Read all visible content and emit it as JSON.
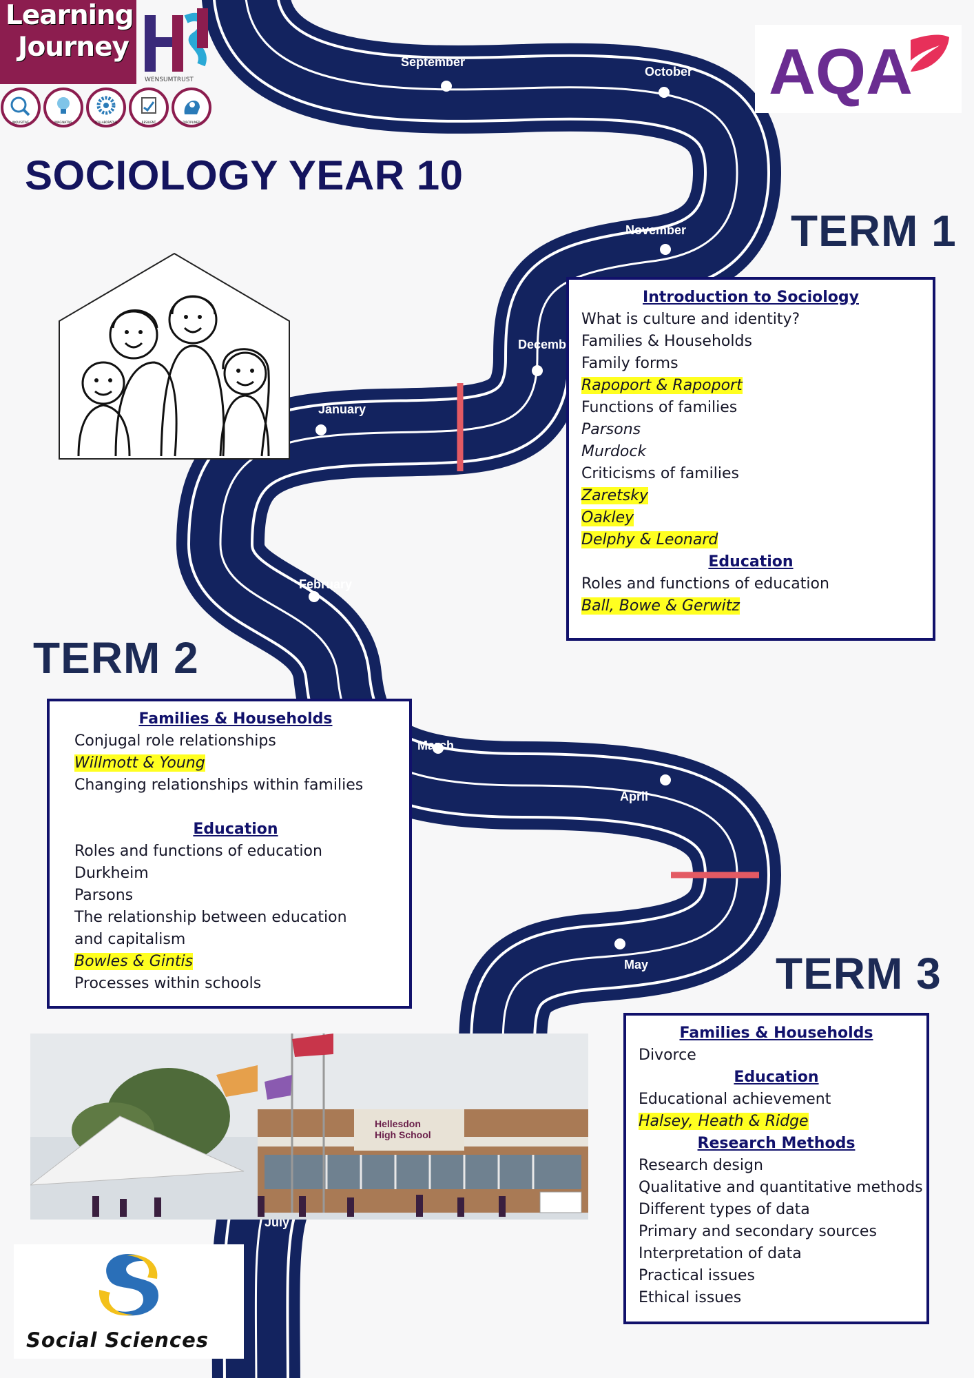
{
  "header": {
    "learning_journey_line1": "Learning",
    "learning_journey_line2": "Journey",
    "trust_name": "WENSUMTRUST",
    "page_title": "SOCIOLOGY YEAR 10",
    "aqa_logo_text": "AQA",
    "values": [
      "INQUISITIVE",
      "IMAGINATIVE",
      "COLLABORATIVE",
      "RESILIENT",
      "DISCIPLINED"
    ]
  },
  "terms": {
    "term1": "TERM 1",
    "term2": "TERM 2",
    "term3": "TERM 3"
  },
  "months": {
    "september": "September",
    "october": "October",
    "november": "November",
    "december": "Decemb",
    "january": "January",
    "february": "February",
    "march": "March",
    "april": "April",
    "may": "May",
    "july": "July"
  },
  "term1_box": {
    "heading_intro": "Introduction to Sociology",
    "lines": [
      "What is culture and identity?",
      "Families & Households",
      "Family forms",
      "Rapoport & Rapoport",
      "Functions of families",
      "Parsons",
      "Murdock",
      "Criticisms of families",
      "Zaretsky",
      "Oakley",
      "Delphy & Leonard"
    ],
    "heading_education": "Education",
    "edu_lines": [
      "Roles and functions of education",
      "Ball, Bowe & Gerwitz"
    ]
  },
  "term2_box": {
    "heading_families": "Families & Households",
    "fam_lines": [
      "Conjugal role relationships",
      "Willmott & Young",
      "Changing relationships within families"
    ],
    "heading_education": "Education",
    "edu_lines": [
      "Roles and functions of education",
      "Durkheim",
      "Parsons",
      "The relationship between education and capitalism",
      "Bowles & Gintis",
      "Processes within schools"
    ]
  },
  "term3_box": {
    "heading_families": "Families & Households",
    "fam_lines": [
      "Divorce"
    ],
    "heading_education": "Education",
    "edu_lines": [
      "Educational achievement",
      "Halsey, Heath & Ridge"
    ],
    "heading_research": "Research Methods",
    "research_lines": [
      "Research design",
      "Qualitative and quantitative methods",
      "Different types of data",
      "Primary and secondary sources",
      "Interpretation of data",
      "Practical issues",
      "Ethical issues"
    ]
  },
  "photo": {
    "school_sign_line1": "Hellesdon",
    "school_sign_line2": "High School"
  },
  "social_sciences_logo": "Social Sciences",
  "colors": {
    "road": "#13235f",
    "term_divider": "#e35a63",
    "highlight": "#ffff20",
    "box_border": "#11116b",
    "title": "#14145e"
  }
}
